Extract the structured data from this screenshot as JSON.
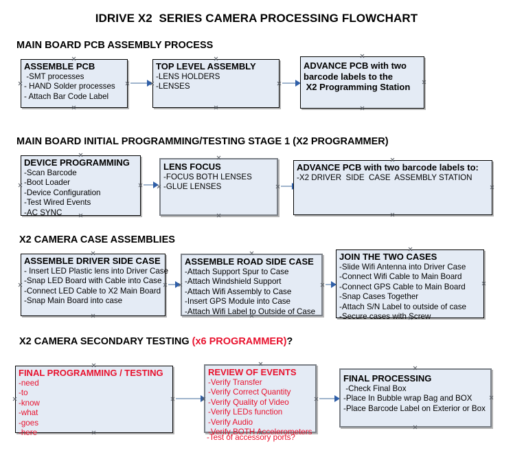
{
  "document": {
    "title": "IDRIVE X2  SERIES CAMERA PROCESSING FLOWCHART"
  },
  "sections": [
    {
      "id": "main-board-pcb-assembly",
      "heading": "MAIN BOARD PCB ASSEMBLY PROCESS",
      "heading_suffix": "",
      "boxes": [
        {
          "id": "assemble-pcb",
          "title": "ASSEMBLE PCB",
          "lines": [
            " -SMT processes",
            "- HAND Solder processes",
            "- Attach Bar Code Label"
          ]
        },
        {
          "id": "top-level-assembly",
          "title": "TOP LEVEL ASSEMBLY",
          "lines": [
            "-LENS HOLDERS",
            "-LENSES"
          ]
        },
        {
          "id": "advance-pcb-programming-station",
          "title": "ADVANCE PCB with two",
          "lines": [
            "barcode labels to the",
            " X2 Programming Station"
          ]
        }
      ]
    },
    {
      "id": "main-board-initial-programming",
      "heading": "MAIN BOARD INITIAL PROGRAMMING/TESTING STAGE 1 (X2 PROGRAMMER)",
      "heading_suffix": "",
      "boxes": [
        {
          "id": "device-programming",
          "title": "DEVICE PROGRAMMING",
          "lines": [
            "-Scan Barcode",
            "-Boot Loader",
            "-Device Configuration",
            "-Test Wired Events",
            "-AC SYNC"
          ]
        },
        {
          "id": "lens-focus",
          "title": "LENS FOCUS",
          "lines": [
            "-FOCUS BOTH LENSES",
            "-GLUE LENSES"
          ]
        },
        {
          "id": "advance-pcb-driver-side-station",
          "title": "ADVANCE PCB with two barcode labels to:",
          "lines": [
            "-X2 DRIVER  SIDE  CASE  ASSEMBLY STATION"
          ]
        }
      ]
    },
    {
      "id": "x2-camera-case-assemblies",
      "heading": "X2 CAMERA CASE ASSEMBLIES",
      "heading_suffix": "",
      "boxes": [
        {
          "id": "assemble-driver-side-case",
          "title": "ASSEMBLE DRIVER SIDE CASE",
          "lines": [
            "- Insert LED Plastic lens into Driver Case",
            "-Snap LED Board with Cable into Case",
            "-Connect LED Cable to X2 Main Board",
            "-Snap Main Board into case"
          ]
        },
        {
          "id": "assemble-road-side-case",
          "title": "ASSEMBLE ROAD SIDE CASE",
          "lines": [
            "-Attach Support Spur to Case",
            "-Attach Windshield Support",
            "-Attach Wifi Assembly to Case",
            "-Insert GPS Module into Case",
            "-Attach Wifi Label to Outside of Case"
          ]
        },
        {
          "id": "join-the-two-cases",
          "title": "JOIN THE TWO CASES",
          "lines": [
            "-Slide Wifi Antenna into Driver Case",
            "-Connect Wifi Cable to Main Board",
            "-Connect GPS Cable to Main Board",
            "-Snap Cases Together",
            "-Attach S/N Label to outside of case",
            "-Secure cases with Screw"
          ]
        }
      ]
    },
    {
      "id": "x2-camera-secondary-testing",
      "heading": "X2 CAMERA SECONDARY TESTING ",
      "heading_red": "(x6 PROGRAMMER)",
      "heading_suffix": "?",
      "boxes": [
        {
          "id": "final-programming-testing",
          "title": "FINAL PROGRAMMING / TESTING",
          "lines": [
            "-need",
            "-to",
            "-know",
            "-what",
            "-goes",
            "-here"
          ]
        },
        {
          "id": "review-of-events",
          "title": "REVIEW OF EVENTS",
          "lines": [
            "-Verify Transfer",
            "-Verify Correct Quantity",
            "-Verify Quality of Video",
            "-Verify LEDs function",
            "-Verify Audio",
            "-Verify BOTH Accelerometers"
          ],
          "overflow_line": "-Test of accessory ports?"
        },
        {
          "id": "final-processing",
          "title": "FINAL PROCESSING",
          "lines": [
            " -Check Final Box",
            "-Place In Bubble wrap Bag and BOX",
            "-Place Barcode Label on Exterior or Box"
          ]
        }
      ]
    }
  ],
  "colors": {
    "box_fill": "#e4ebf5",
    "box_border": "#000000",
    "box_border_gray": "#7a7f86",
    "accent_red": "#e8112d",
    "arrow_line": "#9fb4cc",
    "arrow_head": "#2f5fa8"
  }
}
